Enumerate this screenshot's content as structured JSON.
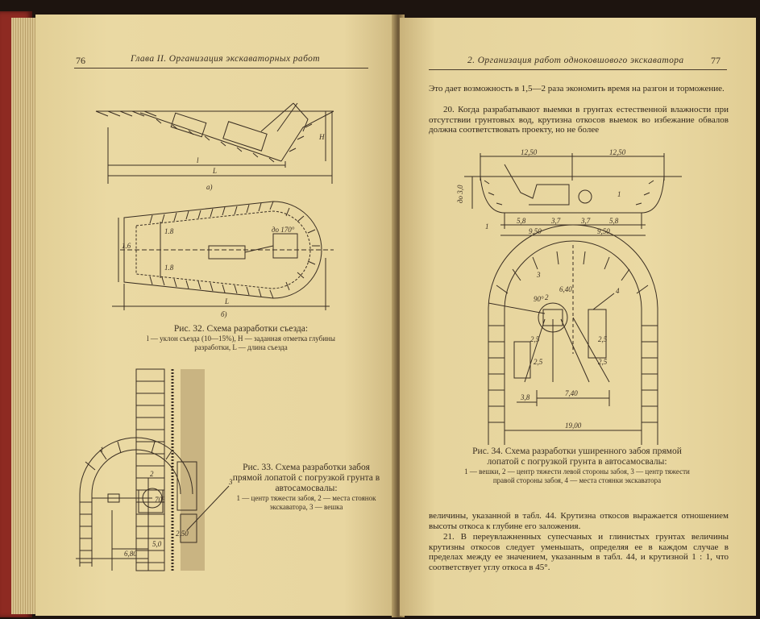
{
  "left_page": {
    "page_number": "76",
    "running_head": "Глава II. Организация экскаваторных работ",
    "fig32": {
      "sub_a": "а)",
      "sub_b": "б)",
      "labels": [
        "l",
        "L",
        "H",
        "1.8",
        "1.6",
        "1.8",
        "до 170°",
        "L"
      ],
      "caption_title": "Рис. 32. Схема разработки съезда:",
      "caption_legend": "l — уклон съезда (10—15%), H — заданная отметка глубины разработки, L — длина съезда"
    },
    "fig33": {
      "labels": [
        "1",
        "2",
        "3",
        "70°",
        "2,50",
        "5,0",
        "6,80"
      ],
      "caption_title": "Рис. 33. Схема разработки забоя прямой лопатой с погрузкой грунта в автосамосвалы:",
      "caption_legend": "1 — центр тяжести забоя, 2 — места стоянок экскаватора, 3 — вешка"
    }
  },
  "right_page": {
    "page_number": "77",
    "running_head": "2. Организация работ одноковшового экскаватора",
    "para1": "Это дает возможность в 1,5—2 раза экономить время на разгон и торможение.",
    "para2": "20. Когда разрабатывают выемки в грунтах естественной влажности при отсутствии грунтовых вод, крутизна откосов выемок во избежание обвалов должна соответствовать проекту, но не более",
    "fig34": {
      "labels": [
        "12,50",
        "12,50",
        "до 3,0",
        "1",
        "5,8",
        "3,7",
        "3,7",
        "5,8",
        "9,50",
        "9,50",
        "1",
        "3",
        "6,40",
        "90°",
        "2",
        "4",
        "2,5",
        "2,5",
        "2,5",
        "2,5",
        "3,8",
        "7,40",
        "19,00"
      ],
      "caption_title": "Рис. 34. Схема разработки уширенного забоя прямой лопатой с погрузкой грунта в автосамосвалы:",
      "caption_legend": "1 — вешки, 2 — центр тяжести левой стороны забоя, 3 — центр тяжести правой стороны забоя, 4 — места стоянки экскаватора"
    },
    "para3": "величины, указанной в табл. 44. Крутизна откосов выражается отношением высоты откоса к глубине его заложения.",
    "para4": "21. В переувлажненных супесчаных и глинистых грунтах величины крутизны откосов следует уменьшать, определяя ее в каждом случае в пределах между ее значением, указанным в табл. 44, и крутизной 1 : 1, что соответствует углу откоса в 45°."
  }
}
